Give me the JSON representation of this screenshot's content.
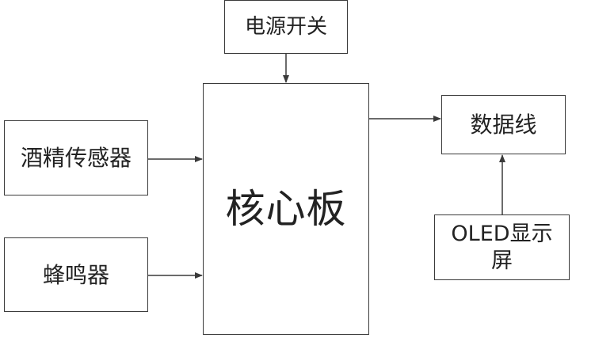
{
  "diagram": {
    "nodes": {
      "power_switch": "电源开关",
      "alcohol_sensor": "酒精传感器",
      "buzzer": "蜂鸣器",
      "core_board": "核心板",
      "data_line": "数据线",
      "oled_display": "OLED显示屏"
    },
    "edges": [
      {
        "from": "power_switch",
        "to": "core_board"
      },
      {
        "from": "alcohol_sensor",
        "to": "core_board"
      },
      {
        "from": "buzzer",
        "to": "core_board"
      },
      {
        "from": "core_board",
        "to": "data_line"
      },
      {
        "from": "oled_display",
        "to": "data_line"
      }
    ],
    "colors": {
      "stroke": "#3a3a3a",
      "background": "#ffffff",
      "text": "#222222"
    }
  }
}
